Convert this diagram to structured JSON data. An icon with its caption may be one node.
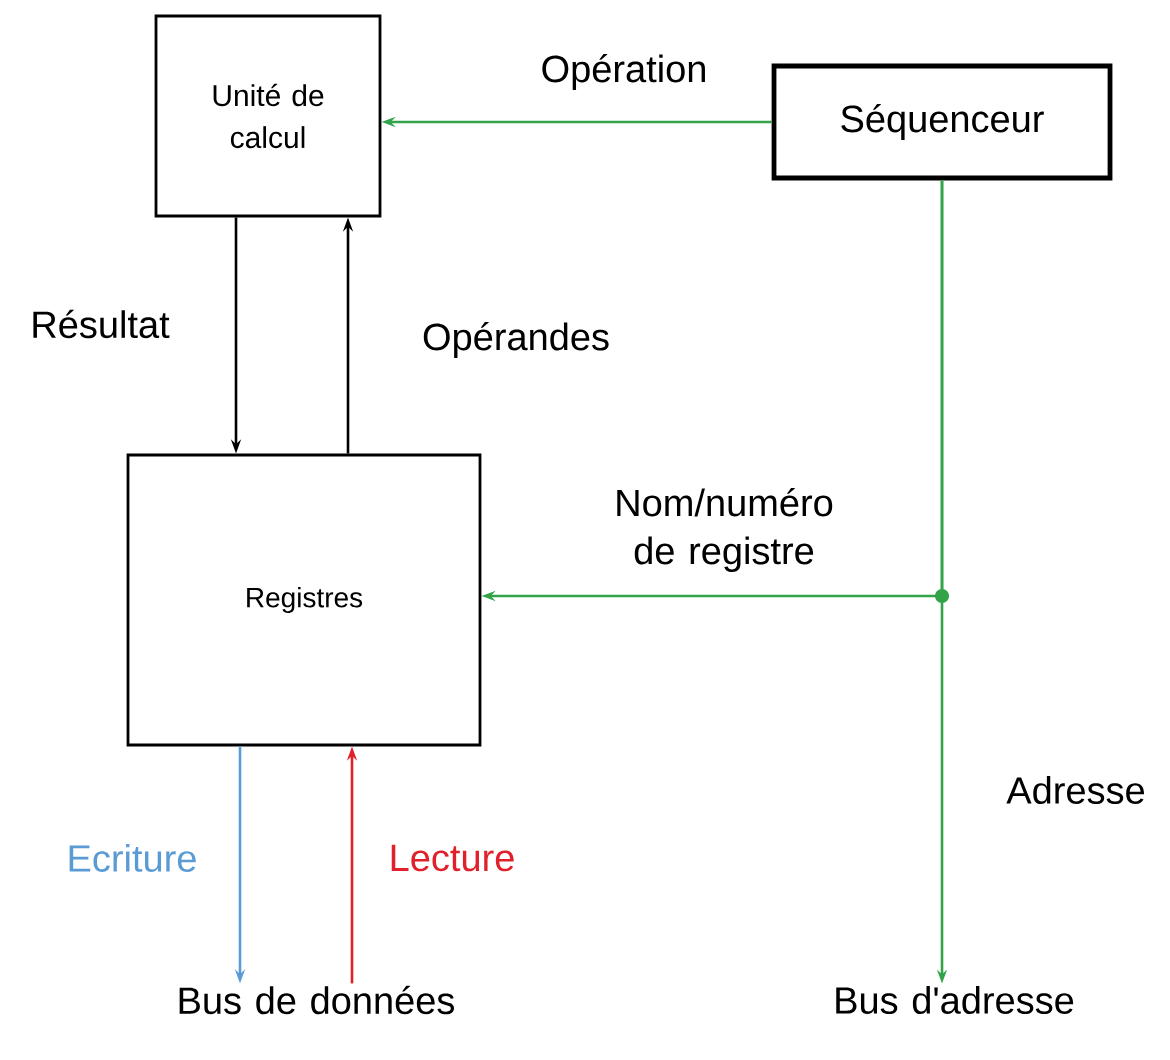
{
  "diagram": {
    "nodes": [
      {
        "text": [
          "Unité de calcul"
        ]
      },
      {
        "text": [
          "Séquenceur"
        ]
      },
      {
        "text": [
          "Registres"
        ]
      },
      {
        "text": [
          "Bus de données"
        ]
      },
      {
        "text": [
          "Bus d'adresse"
        ]
      }
    ],
    "edges": [
      {
        "from": 1,
        "to": 0,
        "arrow": "to",
        "label": "Opération"
      },
      {
        "from": 1,
        "to": 2,
        "arrow": "to",
        "label": "Nom/numéro de registre"
      },
      {
        "from": 1,
        "to": 4,
        "arrow": "to",
        "label": "Adresse"
      },
      {
        "from": 0,
        "to": 2,
        "arrow": "to",
        "label": "Résultat",
        "color": "#000000"
      },
      {
        "from": 2,
        "to": 0,
        "arrow": "to",
        "label": "Opérandes",
        "color": "#000000"
      },
      {
        "from": 2,
        "to": 3,
        "arrow": "to",
        "label": "Ecriture",
        "color": "#5b9bd5"
      },
      {
        "from": 3,
        "to": 2,
        "arrow": "to",
        "label": "Lecture",
        "color": "#e0202a"
      }
    ]
  }
}
